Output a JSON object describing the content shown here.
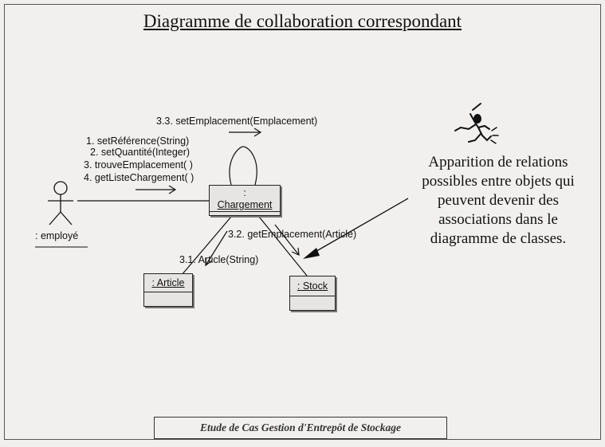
{
  "title": "Diagramme de collaboration correspondant",
  "actor": {
    "label": ": employé"
  },
  "objects": {
    "chargement": {
      "line1": ":",
      "line2": "Chargement"
    },
    "article": {
      "label": ": Article"
    },
    "stock": {
      "label": ": Stock"
    }
  },
  "messages": {
    "to_chargement": [
      "1. setRéférence(String)",
      "2. setQuantité(Integer)",
      "3. trouveEmplacement( )",
      "4. getListeChargement( )"
    ],
    "self": "3.3. setEmplacement(Emplacement)",
    "to_stock": "3.2. getEmplacement(Article)",
    "to_article": "3.1. Article(String)"
  },
  "note": "Apparition de relations possibles entre objets qui peuvent devenir des associations dans le diagramme de classes.",
  "footer": "Etude de Cas Gestion d'Entrepôt de Stockage"
}
